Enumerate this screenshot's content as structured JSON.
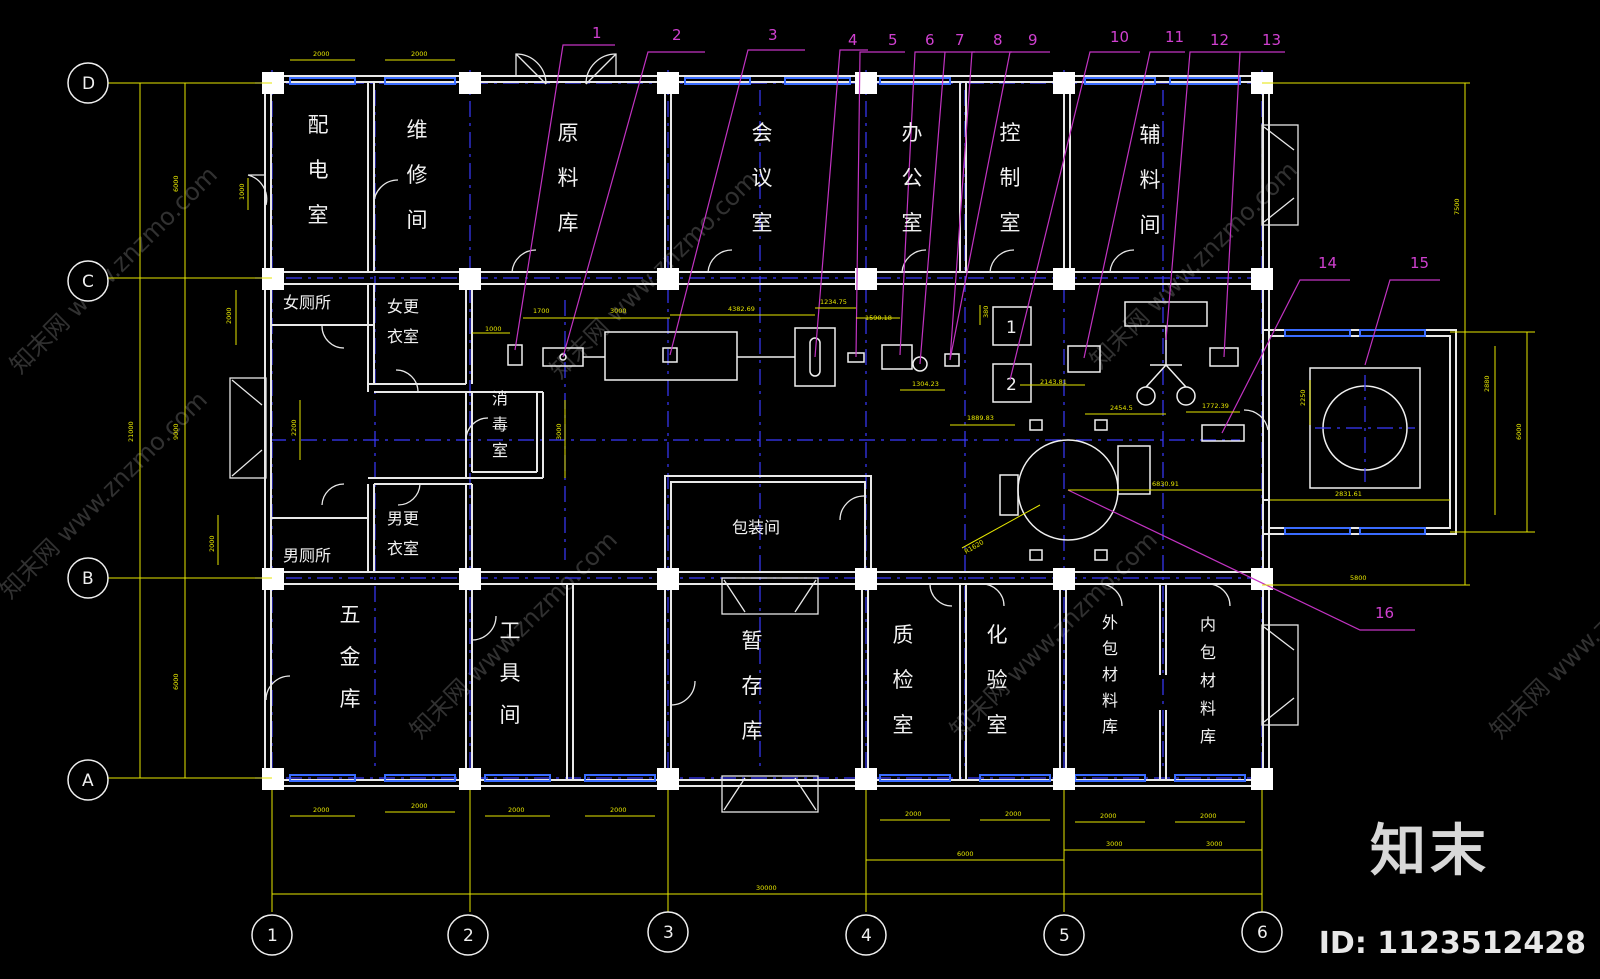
{
  "grid_rows": [
    {
      "label": "D"
    },
    {
      "label": "C"
    },
    {
      "label": "B"
    },
    {
      "label": "A"
    }
  ],
  "grid_cols": [
    {
      "label": "1"
    },
    {
      "label": "2"
    },
    {
      "label": "3"
    },
    {
      "label": "4"
    },
    {
      "label": "5"
    },
    {
      "label": "6"
    }
  ],
  "rooms": [
    {
      "id": "r1",
      "name": "配电室"
    },
    {
      "id": "r2",
      "name": "维修间"
    },
    {
      "id": "r3",
      "name": "原料库"
    },
    {
      "id": "r4",
      "name": "会议室"
    },
    {
      "id": "r5",
      "name": "办公室"
    },
    {
      "id": "r6",
      "name": "控制室"
    },
    {
      "id": "r7",
      "name": "辅料间"
    },
    {
      "id": "r8",
      "name": "女厕所"
    },
    {
      "id": "r9",
      "name": "女更衣室"
    },
    {
      "id": "r10",
      "name": "消毒室"
    },
    {
      "id": "r11",
      "name": "男厕所"
    },
    {
      "id": "r12",
      "name": "男更衣室"
    },
    {
      "id": "r13",
      "name": "包装间"
    },
    {
      "id": "r14",
      "name": "五金库"
    },
    {
      "id": "r15",
      "name": "工具间"
    },
    {
      "id": "r16",
      "name": "暂存库"
    },
    {
      "id": "r17",
      "name": "质检室"
    },
    {
      "id": "r18",
      "name": "化验室"
    },
    {
      "id": "r19",
      "name": "外包材料库"
    },
    {
      "id": "r20",
      "name": "内包材料库"
    }
  ],
  "equipment_labels": [
    "1",
    "2",
    "3",
    "4",
    "5",
    "6",
    "7",
    "8",
    "9",
    "10",
    "11",
    "12",
    "13",
    "14",
    "15",
    "16"
  ],
  "equipment_box_labels": [
    "1",
    "2"
  ],
  "dimensions": {
    "top_windows": [
      "2000",
      "2000"
    ],
    "bottom_windows": [
      "2000",
      "2000",
      "2000",
      "2000",
      "2000",
      "2000",
      "2000",
      "2000"
    ],
    "bottom_bays": [
      "6000",
      "3000",
      "3000"
    ],
    "total_width": "30000",
    "left_total": "21000",
    "left_d_c": "6000",
    "left_c_b": "9000",
    "left_b_a": "6000",
    "right_d_c": "7500",
    "annex_height": "6000",
    "annex_inner": "2880",
    "annex_width": "5800",
    "annex_door": "2250",
    "door_1000": "1000",
    "door_2000a": "2000",
    "door_2200": "2200",
    "door_2000b": "2000",
    "corr_3000": "3000",
    "eq_1700": "1700",
    "eq_3000": "3000",
    "eq_4382": "4382.69",
    "eq_1234": "1234.75",
    "eq_1590": "1590.18",
    "eq_1304": "1304.23",
    "eq_1889": "1889.83",
    "eq_2143": "2143.81",
    "eq_2454": "2454.5",
    "eq_1772": "1772.39",
    "eq_380": "380",
    "eq_1000": "1000",
    "eq_6830": "6830.91",
    "eq_2831": "2831.61",
    "eq_r": "R1620"
  },
  "watermark": "知末网 www.znzmo.com",
  "brand": "知末",
  "image_id": "ID: 1123512428",
  "colors": {
    "wall": "#e8e8e8",
    "axis": "#3a3aff",
    "dimension": "#e6e600",
    "leader": "#c233c2",
    "window": "#3a6cff"
  }
}
